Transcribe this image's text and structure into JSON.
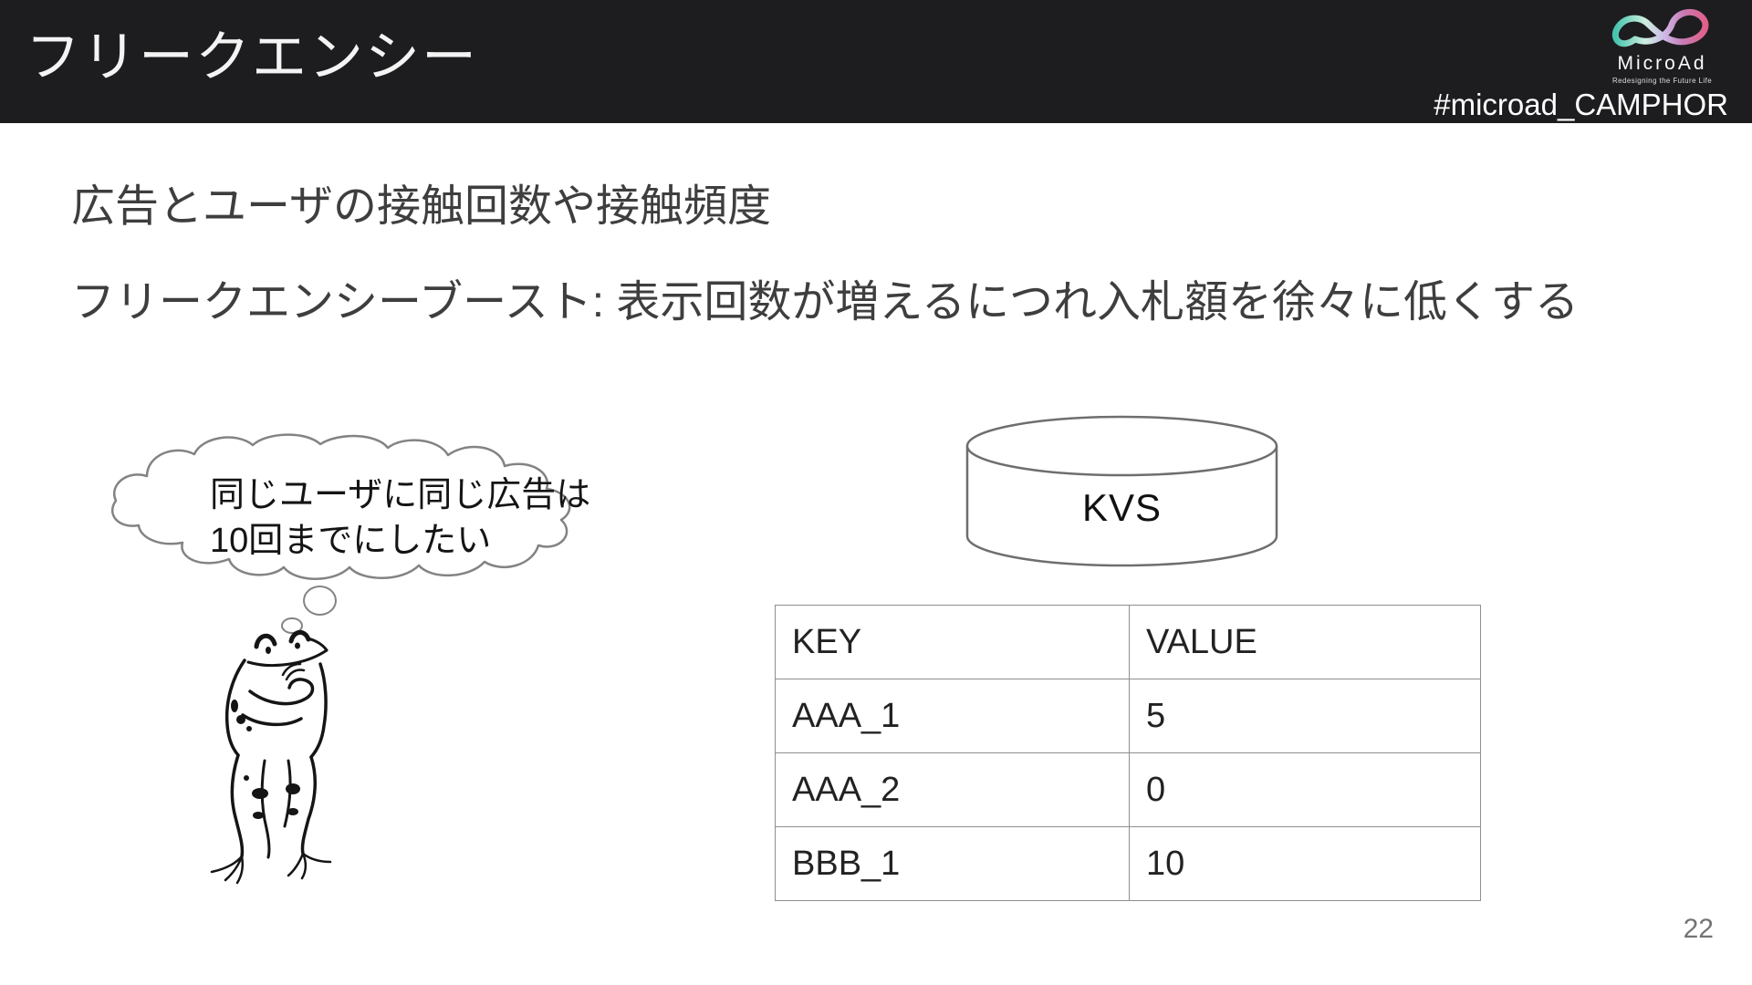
{
  "header": {
    "title": "フリークエンシー",
    "hashtag": "#microad_CAMPHOR",
    "logo": {
      "name": "MicroAd",
      "tagline": "Redesigning the Future Life"
    }
  },
  "body": {
    "line1": "広告とユーザの接触回数や接触頻度",
    "line2": "フリークエンシーブースト: 表示回数が増えるにつれ入札額を徐々に低くする"
  },
  "thought": {
    "line1": "同じユーザに同じ広告は",
    "line2": "10回までにしたい"
  },
  "kvs": {
    "label": "KVS"
  },
  "table": {
    "columns": [
      "KEY",
      "VALUE"
    ],
    "rows": [
      {
        "key": "AAA_1",
        "value": "5"
      },
      {
        "key": "AAA_2",
        "value": "0"
      },
      {
        "key": "BBB_1",
        "value": "10"
      }
    ]
  },
  "slide": {
    "page_number": "22"
  },
  "colors": {
    "header_bg": "#1d1d1f",
    "body_text": "#3e3e3e",
    "table_border": "#8f8f8f",
    "page_number": "#747474",
    "logo_teal": "#45c4ae",
    "logo_purple": "#b58ad6",
    "logo_pink": "#e0608b"
  }
}
